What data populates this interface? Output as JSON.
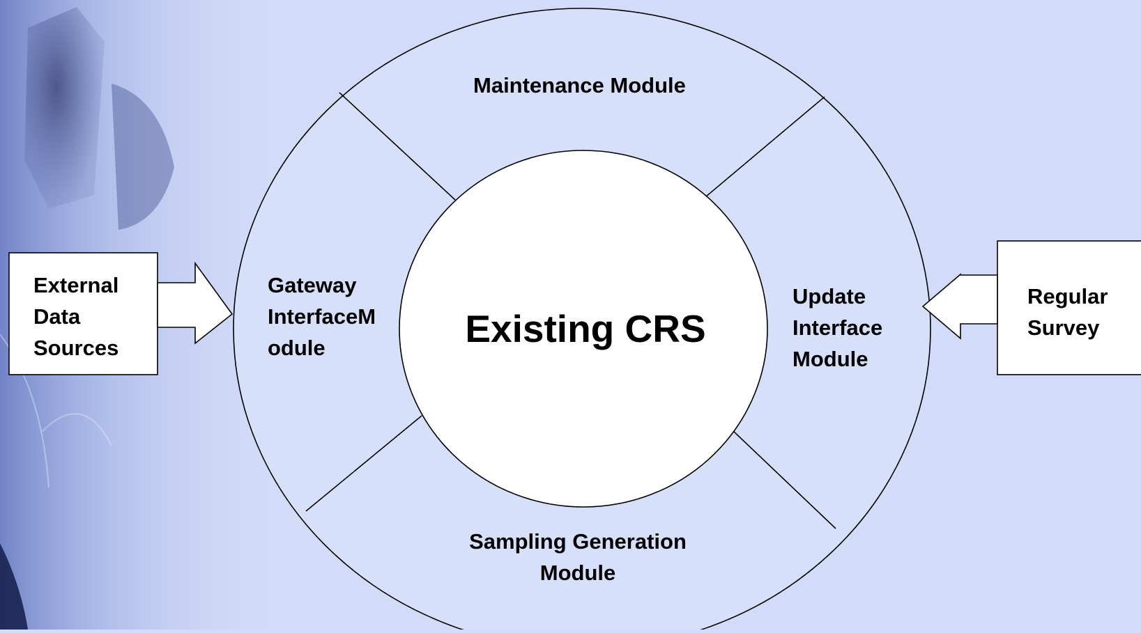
{
  "diagram": {
    "core": {
      "label": "Existing CRS"
    },
    "ring_modules": {
      "top": "Maintenance Module",
      "left": "Gateway\nInterfaceM\nodule",
      "right": "Update\nInterface\nModule",
      "bottom": "Sampling Generation\nModule"
    },
    "inputs": {
      "left_source": "External\nData\nSources",
      "right_source": "Regular\nSurvey"
    }
  },
  "colors": {
    "background": "#d2dcf8",
    "ring_fill": "#d6e0fb",
    "core_fill": "#ffffff",
    "stroke": "#000000",
    "decor_dark": "#3a4a8a"
  }
}
